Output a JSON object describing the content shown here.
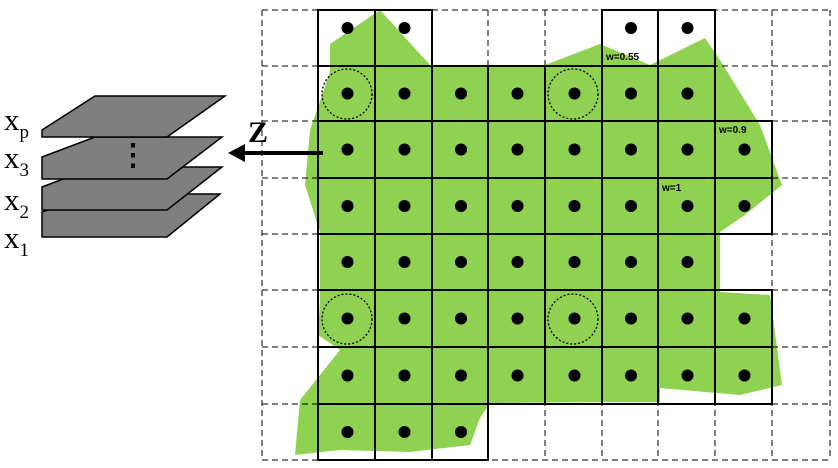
{
  "layers": {
    "labels": [
      "x",
      "x",
      "x",
      "x"
    ],
    "subscripts": [
      "p",
      "3",
      "2",
      "1"
    ],
    "ellipsis": "⋮",
    "fill_color": "#7f7f7f"
  },
  "arrow": {
    "label": "Z"
  },
  "weights": {
    "w1": "w=0.55",
    "w2": "w=0.9",
    "w3": "w=1"
  },
  "colors": {
    "region": "#8fd150",
    "grid_line": "#000000",
    "point": "#000000"
  }
}
